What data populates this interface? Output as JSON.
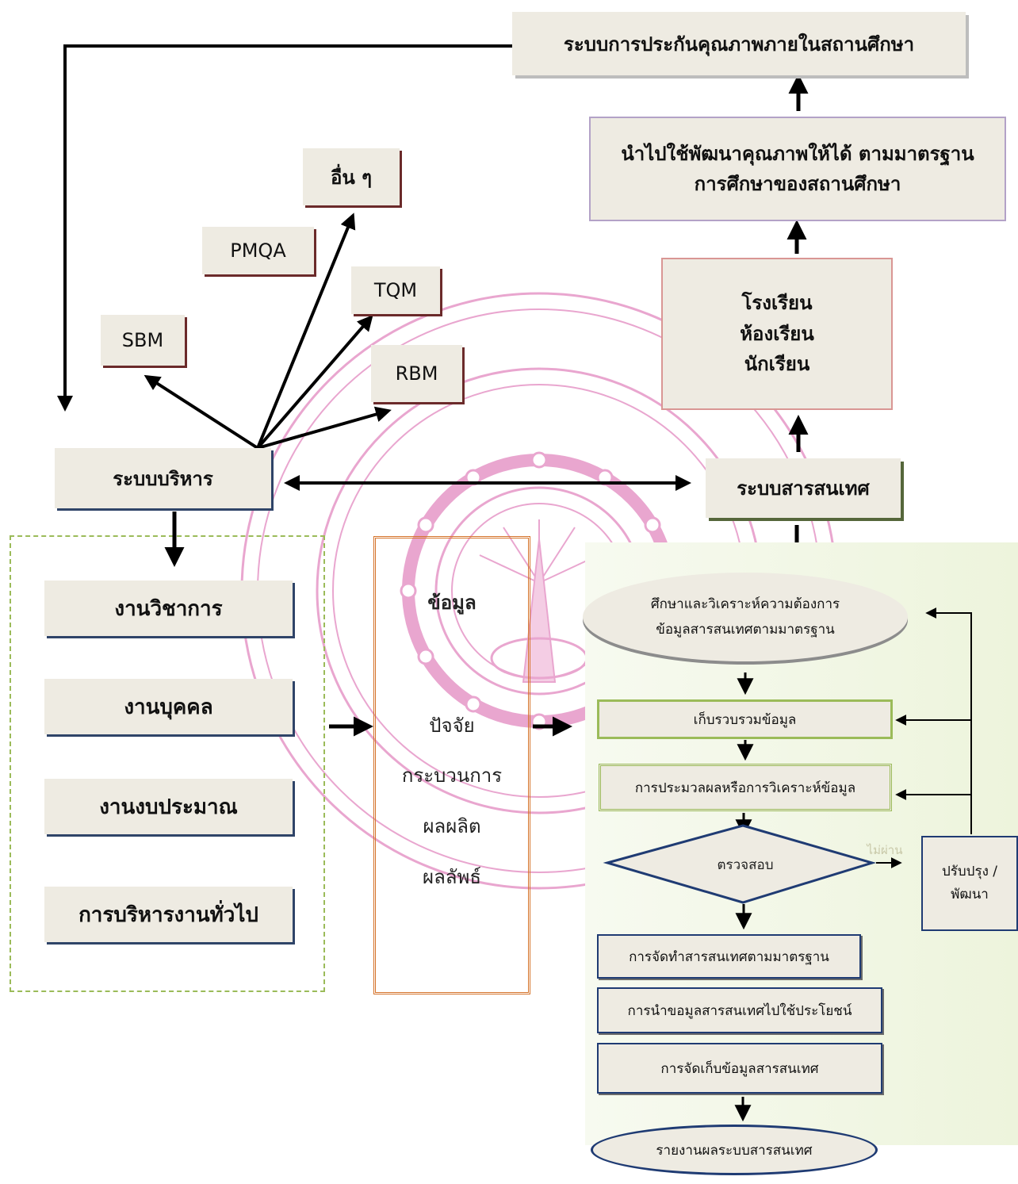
{
  "top": {
    "quality_assurance": "ระบบการประกันคุณภาพภายในสถานศึกษา",
    "develop_quality": "นำไปใช้พัฒนาคุณภาพให้ได้ ตามมาตรฐาน\nการศึกษาของสถานศึกษา",
    "school_levels": "โรงเรียน\nห้องเรียน\nนักเรียน",
    "info_system": "ระบบสารสนเทศ"
  },
  "methods": {
    "others": "อื่น ๆ",
    "pmqa": "PMQA",
    "tqm": "TQM",
    "sbm": "SBM",
    "rbm": "RBM"
  },
  "admin": {
    "system": "ระบบบริหาร",
    "items": [
      "งานวิชาการ",
      "งานบุคคล",
      "งานงบประมาณ",
      "การบริหารงานทั่วไป"
    ]
  },
  "data_column": {
    "title": "ข้อมูล",
    "items": [
      "ปัจจัย",
      "กระบวนการ",
      "ผลผลิต",
      "ผลลัพธ์"
    ]
  },
  "flow": {
    "analyze": "ศึกษาและวิเคราะห์ความต้องการ\nข้อมูลสารสนเทศตามมาตรฐาน",
    "collect": "เก็บรวบรวมข้อมูล",
    "process": "การประมวลผลหรือการวิเคราะห์ข้อมูล",
    "check": "ตรวจสอบ",
    "fail_label": "ไม่ผ่าน",
    "improve": "ปรับปรุง /\nพัฒนา",
    "produce": "การจัดทำสารสนเทศตามมาตรฐาน",
    "use": "การนำขอมูลสารสนเทศไปใช้ประโยชน์",
    "store": "การจัดเก็บข้อมูลสารสนเทศ",
    "report": "รายงานผลระบบสารสนเทศ"
  },
  "colors": {
    "box_fill": "#eeebe2",
    "seal_pink": "#e9a6cf",
    "flow_panel": "#f0f6e4",
    "dashed_green": "#9bbb59",
    "orange_frame": "#d5732a"
  }
}
